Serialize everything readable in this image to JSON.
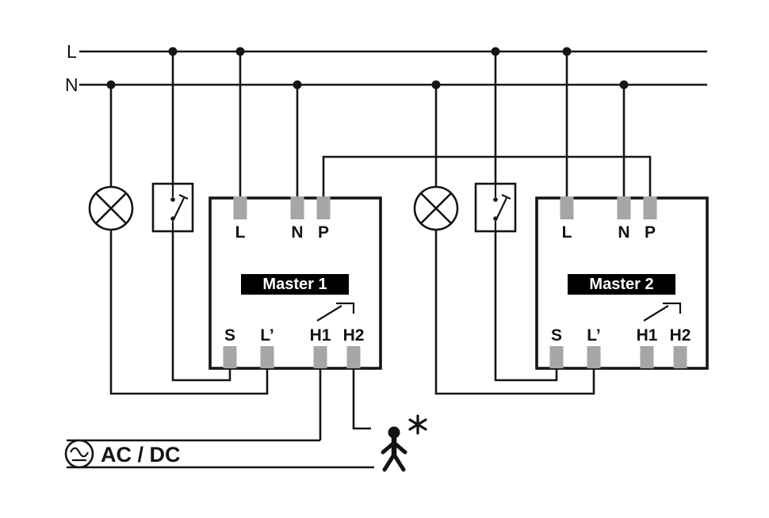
{
  "rails": {
    "l": "L",
    "n": "N"
  },
  "master1": {
    "title": "Master 1",
    "top": [
      "L",
      "N",
      "P"
    ],
    "bottom": [
      "S",
      "L’",
      "H1",
      "H2"
    ]
  },
  "master2": {
    "title": "Master 2",
    "top": [
      "L",
      "N",
      "P"
    ],
    "bottom": [
      "S",
      "L’",
      "H1",
      "H2"
    ]
  },
  "supply": {
    "label": "AC / DC"
  },
  "icons": {
    "lamp": "circle-with-cross",
    "pushbutton": "momentary-contact-symbol",
    "relay_contact": "normally-open-contact",
    "ac_dc_source": "circle-tilde-over-bar",
    "moving_person": "person-with-motion-star"
  },
  "colors": {
    "wire": "#151515",
    "terminal": "#a6a6a6",
    "label_bg": "#000000",
    "label_fg": "#ffffff",
    "background": "#ffffff"
  }
}
